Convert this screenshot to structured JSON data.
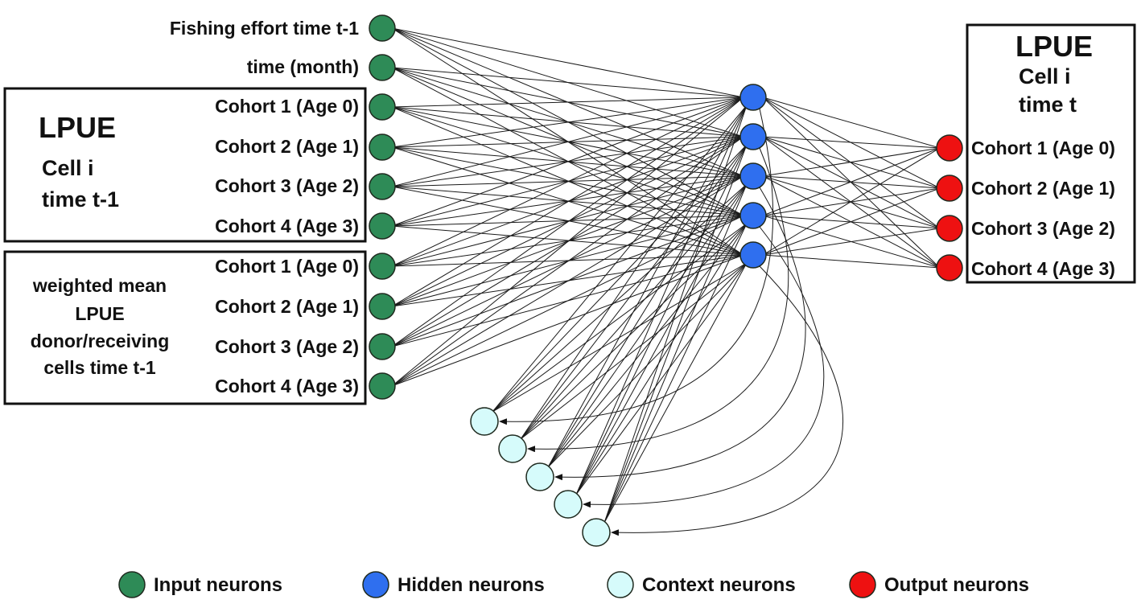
{
  "colors": {
    "input": "#2e8b57",
    "hidden": "#2f6fef",
    "context": "#d6fbfb",
    "output": "#ee1111"
  },
  "inputs": {
    "top": [
      "Fishing effort time t-1",
      "time (month)"
    ],
    "group_a": {
      "title": "LPUE",
      "line2": "Cell i",
      "line3": "time t-1",
      "items": [
        "Cohort 1 (Age 0)",
        "Cohort 2 (Age 1)",
        "Cohort 3 (Age 2)",
        "Cohort 4 (Age 3)"
      ]
    },
    "group_b": {
      "lines": [
        "weighted mean",
        "LPUE",
        "donor/receiving",
        "cells time t-1"
      ],
      "items": [
        "Cohort 1 (Age 0)",
        "Cohort 2 (Age 1)",
        "Cohort 3 (Age 2)",
        "Cohort 4 (Age 3)"
      ]
    }
  },
  "outputs": {
    "title": "LPUE",
    "line2": "Cell i",
    "line3": "time t",
    "items": [
      "Cohort 1 (Age 0)",
      "Cohort 2 (Age 1)",
      "Cohort 3 (Age 2)",
      "Cohort 4 (Age 3)"
    ]
  },
  "hidden_count": 5,
  "context_count": 5,
  "legend": {
    "input": "Input neurons",
    "hidden": "Hidden neurons",
    "context": "Context neurons",
    "output": "Output neurons"
  }
}
